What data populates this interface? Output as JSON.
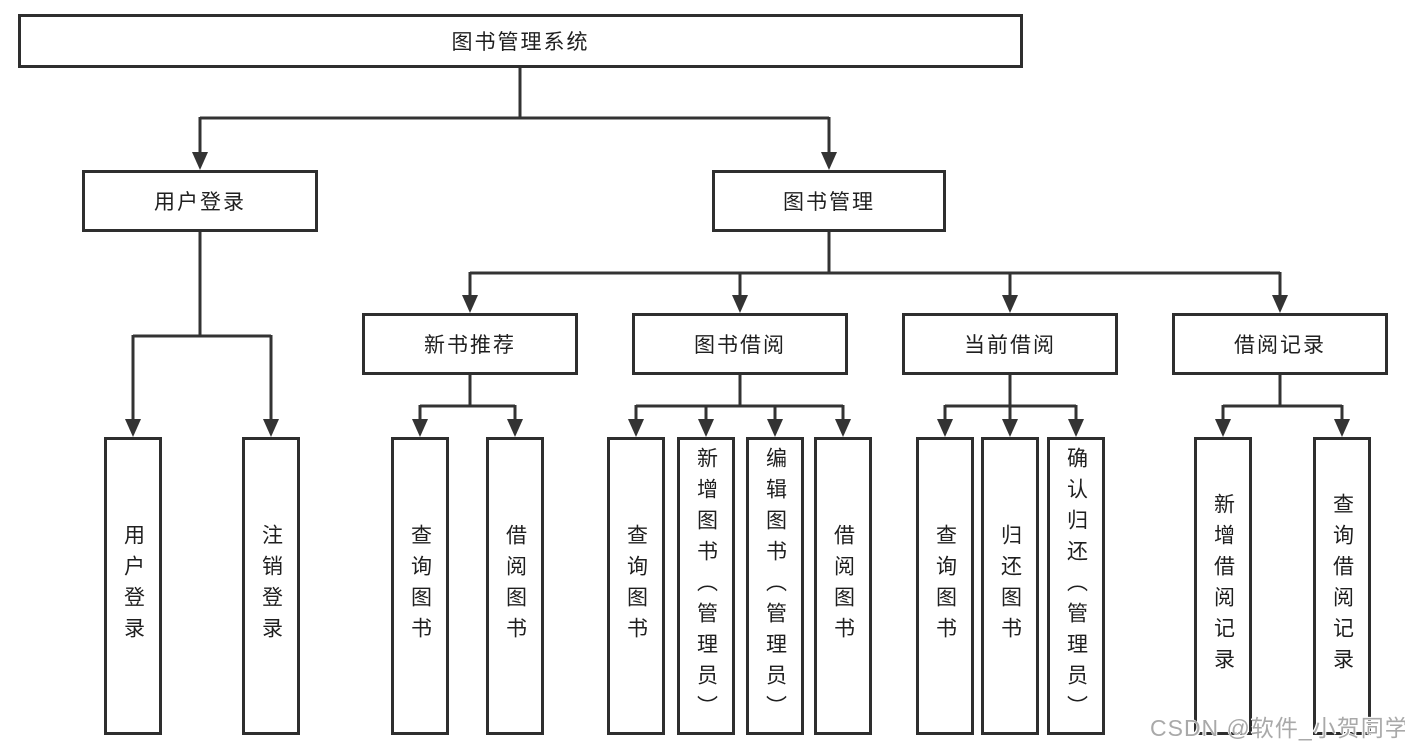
{
  "tree": {
    "root": {
      "label": "图书管理系统"
    },
    "l2": [
      {
        "label": "用户登录"
      },
      {
        "label": "图书管理"
      }
    ],
    "l3": [
      {
        "label": "新书推荐"
      },
      {
        "label": "图书借阅"
      },
      {
        "label": "当前借阅"
      },
      {
        "label": "借阅记录"
      }
    ],
    "leaves": [
      {
        "label": "用户登录"
      },
      {
        "label": "注销登录"
      },
      {
        "label": "查询图书"
      },
      {
        "label": "借阅图书"
      },
      {
        "label": "查询图书"
      },
      {
        "label": "新增图书（管理员）"
      },
      {
        "label": "编辑图书（管理员）"
      },
      {
        "label": "借阅图书"
      },
      {
        "label": "查询图书"
      },
      {
        "label": "归还图书"
      },
      {
        "label": "确认归还（管理员）"
      },
      {
        "label": "新增借阅记录"
      },
      {
        "label": "查询借阅记录"
      }
    ]
  },
  "watermark": {
    "text": "CSDN @软件_小贺同学"
  },
  "colors": {
    "line": "#333333",
    "border": "#2e2e2e",
    "text": "#1f1f1f",
    "background": "#ffffff",
    "watermark": "#a9a9a9"
  }
}
